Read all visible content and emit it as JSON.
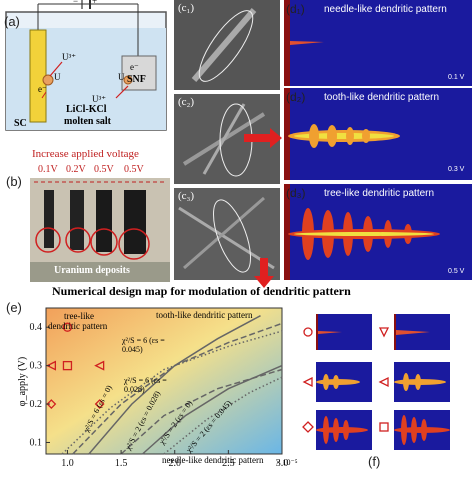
{
  "panel_a": {
    "label": "(a)",
    "ion_labels": [
      "U³⁺",
      "U",
      "e⁻",
      "U³⁺",
      "U",
      "e⁻"
    ],
    "electrode_left": "SC",
    "electrode_right": "SNF",
    "bath_label_1": "LiCl-KCl",
    "bath_label_2": "molten salt",
    "minus": "−",
    "plus": "+"
  },
  "panel_b": {
    "label": "(b)",
    "title": "Increase applied voltage",
    "voltages": [
      "0.1V",
      "0.2V",
      "0.5V",
      "0.5V"
    ],
    "caption": "Uranium deposits"
  },
  "panel_c": {
    "labels": [
      "(c₁)",
      "(c₂)",
      "(c₃)"
    ]
  },
  "panel_d": {
    "panels": [
      {
        "label": "(d₁)",
        "title": "needle-like dendritic pattern",
        "voltage": "0.1 V"
      },
      {
        "label": "(d₂)",
        "title": "tooth-like dendritic pattern",
        "voltage": "0.3 V"
      },
      {
        "label": "(d₃)",
        "title": "tree-like dendritic pattern",
        "voltage": "0.5 V"
      }
    ]
  },
  "panel_e": {
    "label": "(e)",
    "title": "Numerical design map for modulation of dendritic pattern",
    "ylabel": "φ_apply (V)",
    "x_exponent": "× 10⁻⁵",
    "regions": {
      "tree": [
        "tree-like",
        "dendritic pattern"
      ],
      "tooth": "tooth-like dendritic pattern",
      "needle": "needle-like dendritic pattern"
    },
    "curve_labels": [
      "χ²/S = 6 (εs = 0.045)",
      "χ²/S = 6 (εs = 0.028)",
      "χ²/S = 6 (εs = 0)",
      "χ²/S = 2 (εs = 0.028)",
      "χ²/S = 2 (εs = 0)",
      "χ²/S = 2 (εs = 0.045)"
    ]
  },
  "panel_f": {
    "label": "(f)"
  },
  "chart_data": {
    "type": "line",
    "title": "Numerical design map for modulation of dendritic pattern",
    "ylabel": "φ_apply (V)",
    "xlabel": "× 10⁻⁵",
    "xlim": [
      0.8,
      3.0
    ],
    "ylim": [
      0.07,
      0.45
    ],
    "x_ticks": [
      "1.0",
      "1.5",
      "2.0",
      "2.5",
      "3.0"
    ],
    "y_ticks": [
      "0.1",
      "0.2",
      "0.3",
      "0.4"
    ],
    "series": [
      {
        "name": "χ²/S = 6 (εs = 0.045)",
        "style": "solid",
        "x": [
          1.2,
          1.6,
          2.0,
          2.4,
          2.8
        ],
        "y": [
          0.07,
          0.2,
          0.3,
          0.37,
          0.43
        ]
      },
      {
        "name": "χ²/S = 6 (εs = 0.028)",
        "style": "dashed",
        "x": [
          1.05,
          1.5,
          2.0,
          2.5,
          3.0
        ],
        "y": [
          0.07,
          0.2,
          0.3,
          0.36,
          0.41
        ]
      },
      {
        "name": "χ²/S = 6 (εs = 0)",
        "style": "dotted",
        "x": [
          0.95,
          1.4,
          1.9,
          2.5,
          3.0
        ],
        "y": [
          0.07,
          0.19,
          0.29,
          0.35,
          0.39
        ]
      },
      {
        "name": "χ²/S = 2 (εs = 0.028)",
        "style": "solid",
        "x": [
          1.7,
          2.1,
          2.5,
          3.0
        ],
        "y": [
          0.07,
          0.17,
          0.24,
          0.3
        ]
      },
      {
        "name": "χ²/S = 2 (εs = 0)",
        "style": "dashed",
        "x": [
          1.5,
          1.9,
          2.4,
          3.0
        ],
        "y": [
          0.07,
          0.17,
          0.24,
          0.29
        ]
      },
      {
        "name": "χ²/S = 2 (εs = 0.045)",
        "style": "dotted",
        "x": [
          1.9,
          2.3,
          2.7,
          3.0
        ],
        "y": [
          0.07,
          0.16,
          0.23,
          0.27
        ]
      }
    ],
    "markers": [
      {
        "shape": "circle",
        "x": 1.0,
        "y": 0.4
      },
      {
        "shape": "square",
        "x": 1.0,
        "y": 0.3
      },
      {
        "shape": "triangle-left",
        "x": 0.85,
        "y": 0.3
      },
      {
        "shape": "triangle-left",
        "x": 1.3,
        "y": 0.3
      },
      {
        "shape": "diamond",
        "x": 0.85,
        "y": 0.2
      },
      {
        "shape": "diamond",
        "x": 1.3,
        "y": 0.2
      }
    ],
    "colors": {
      "tree": "#f2a05a",
      "tooth": "#f5e08a",
      "needle": "#6ab6e6"
    }
  }
}
